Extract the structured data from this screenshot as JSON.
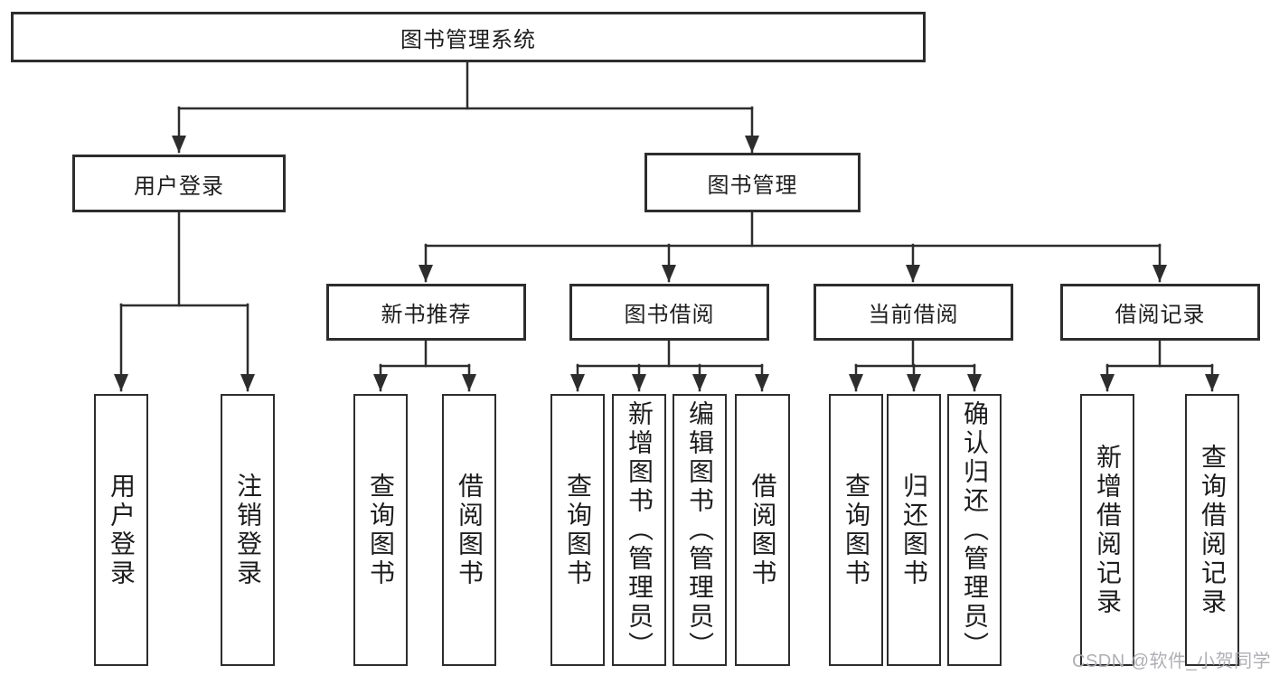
{
  "diagram": {
    "root": {
      "label": "图书管理系统"
    },
    "branches": [
      {
        "label": "用户登录",
        "children": [
          "用户登录",
          "注销登录"
        ]
      },
      {
        "label": "图书管理",
        "sections": [
          {
            "label": "新书推荐",
            "children": [
              "查询图书",
              "借阅图书"
            ]
          },
          {
            "label": "图书借阅",
            "children": [
              "查询图书",
              "新增图书（管理员）",
              "编辑图书（管理员）",
              "借阅图书"
            ]
          },
          {
            "label": "当前借阅",
            "children": [
              "查询图书",
              "归还图书",
              "确认归还（管理员）"
            ]
          },
          {
            "label": "借阅记录",
            "children": [
              "新增借阅记录",
              "查询借阅记录"
            ]
          }
        ]
      }
    ],
    "colors": {
      "line": "#2d2d2d",
      "box_border": "#2d2d2d",
      "text": "#1d1d1f",
      "background": "#ffffff"
    }
  },
  "watermark": {
    "text": "CSDN @软件_小贺同学",
    "color": "#abABb1"
  }
}
